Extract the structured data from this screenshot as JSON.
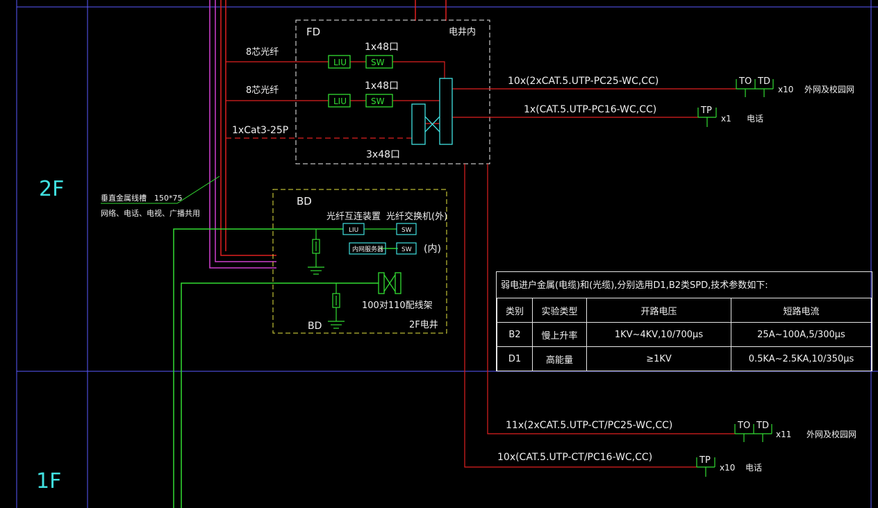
{
  "floors": {
    "upper": "2F",
    "lower": "1F"
  },
  "fd_box": {
    "title": "FD",
    "shaft_label": "电井内",
    "fiber_label_1": "8芯光纤",
    "fiber_label_2": "8芯光纤",
    "cat3_label": "1xCat3-25P",
    "patch_1": "1x48口",
    "patch_2": "1x48口",
    "patch_3": "3x48口",
    "liu": "LIU",
    "sw": "SW"
  },
  "bd_box": {
    "title": "BD",
    "fiber_interconnect": "光纤互连装置",
    "fiber_switch": "光纤交换机(外)",
    "liu": "LIU",
    "sw": "SW",
    "intranet": "内网服务器",
    "inner": "(内)",
    "frame": "100对110配线架",
    "bd_ground": "BD",
    "shaft_2f": "2F电井"
  },
  "tray_note": {
    "line1": "垂直金属线槽　150*75",
    "line2": "网络、电话、电视、广播共用"
  },
  "outlets": {
    "top_data_cable": "10x(2xCAT.5.UTP-PC25-WC,CC)",
    "top_phone_cable": "1x(CAT.5.UTP-PC16-WC,CC)",
    "bottom_data_cable": "11x(2xCAT.5.UTP-CT/PC25-WC,CC)",
    "bottom_phone_cable": "10x(CAT.5.UTP-CT/PC16-WC,CC)",
    "to": "TO",
    "td": "TD",
    "tp": "TP",
    "top_data_count": "x10",
    "top_phone_count": "x1",
    "bottom_data_count": "x11",
    "bottom_phone_count": "x10",
    "net_label": "外网及校园网",
    "phone_label": "电话"
  },
  "spd_table": {
    "title": "弱电进户金属(电缆)和(光缆),分别选用D1,B2类SPD,技术参数如下:",
    "headers": [
      "类别",
      "实验类型",
      "开路电压",
      "短路电流"
    ],
    "rows": [
      [
        "B2",
        "慢上升率",
        "1KV~4KV,10/700μs",
        "25A~100A,5/300μs"
      ],
      [
        "D1",
        "高能量",
        "≥1KV",
        "0.5KA~2.5KA,10/350μs"
      ]
    ]
  },
  "colors": {
    "red": "#e02020",
    "green": "#33dd33",
    "magenta": "#d040d0",
    "blue": "#6060ff",
    "cyan": "#40e0e0",
    "yellow": "#e6e640",
    "white": "#f0f0f0"
  }
}
